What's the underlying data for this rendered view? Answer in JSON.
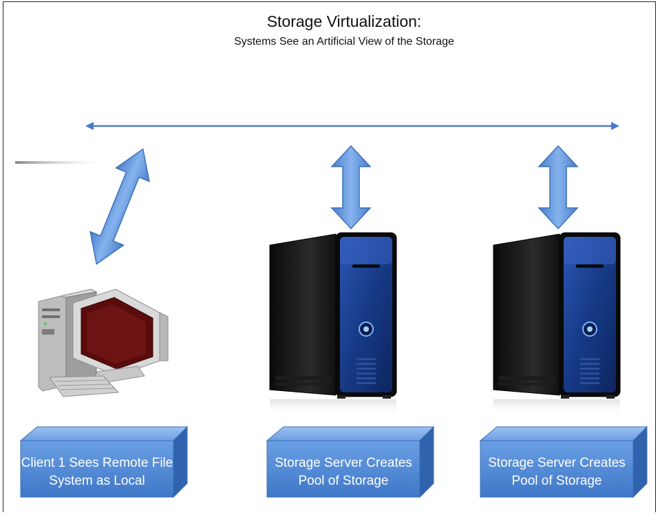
{
  "diagram": {
    "title": "Storage Virtualization:",
    "subtitle": "Systems See an Artificial View of the Storage",
    "labels": {
      "client": "Client 1 Sees Remote File System as Local",
      "server_1": "Storage Server Creates Pool of Storage",
      "server_2": "Storage Server Creates Pool of Storage"
    },
    "colors": {
      "arrow_fill": "#5b8fd6",
      "arrow_stroke": "#3a6fb8",
      "box_front": "#4f8ad8",
      "box_top": "#7aa9e6",
      "box_side": "#2f63ad",
      "server_body": "#151515",
      "server_panel": "#1e3f8a"
    }
  }
}
